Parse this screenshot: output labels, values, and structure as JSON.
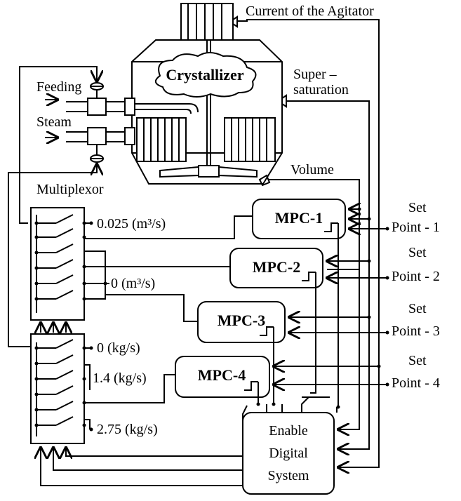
{
  "labels": {
    "agitator_current": "Current of the Agitator",
    "crystallizer": "Crystallizer",
    "supersaturation_line1": "Super –",
    "supersaturation_line2": "saturation",
    "feeding": "Feeding",
    "steam": "Steam",
    "volume": "Volume",
    "multiplexor": "Multiplexor"
  },
  "mux_values": {
    "feed_high": "0.025 (m³/s)",
    "feed_zero": "0 (m³/s)",
    "steam_zero": "0 (kg/s)",
    "steam_mid": "1.4 (kg/s)",
    "steam_high": "2.75 (kg/s)"
  },
  "controllers": [
    {
      "name": "MPC-1",
      "set_top": "Set",
      "set_bottom": "Point - 1"
    },
    {
      "name": "MPC-2",
      "set_top": "Set",
      "set_bottom": "Point - 2"
    },
    {
      "name": "MPC-3",
      "set_top": "Set",
      "set_bottom": "Point - 3"
    },
    {
      "name": "MPC-4",
      "set_top": "Set",
      "set_bottom": "Point - 4"
    }
  ],
  "digital_system": {
    "line1": "Enable",
    "line2": "Digital",
    "line3": "System"
  },
  "colors": {
    "line": "#000000",
    "background": "#ffffff"
  }
}
